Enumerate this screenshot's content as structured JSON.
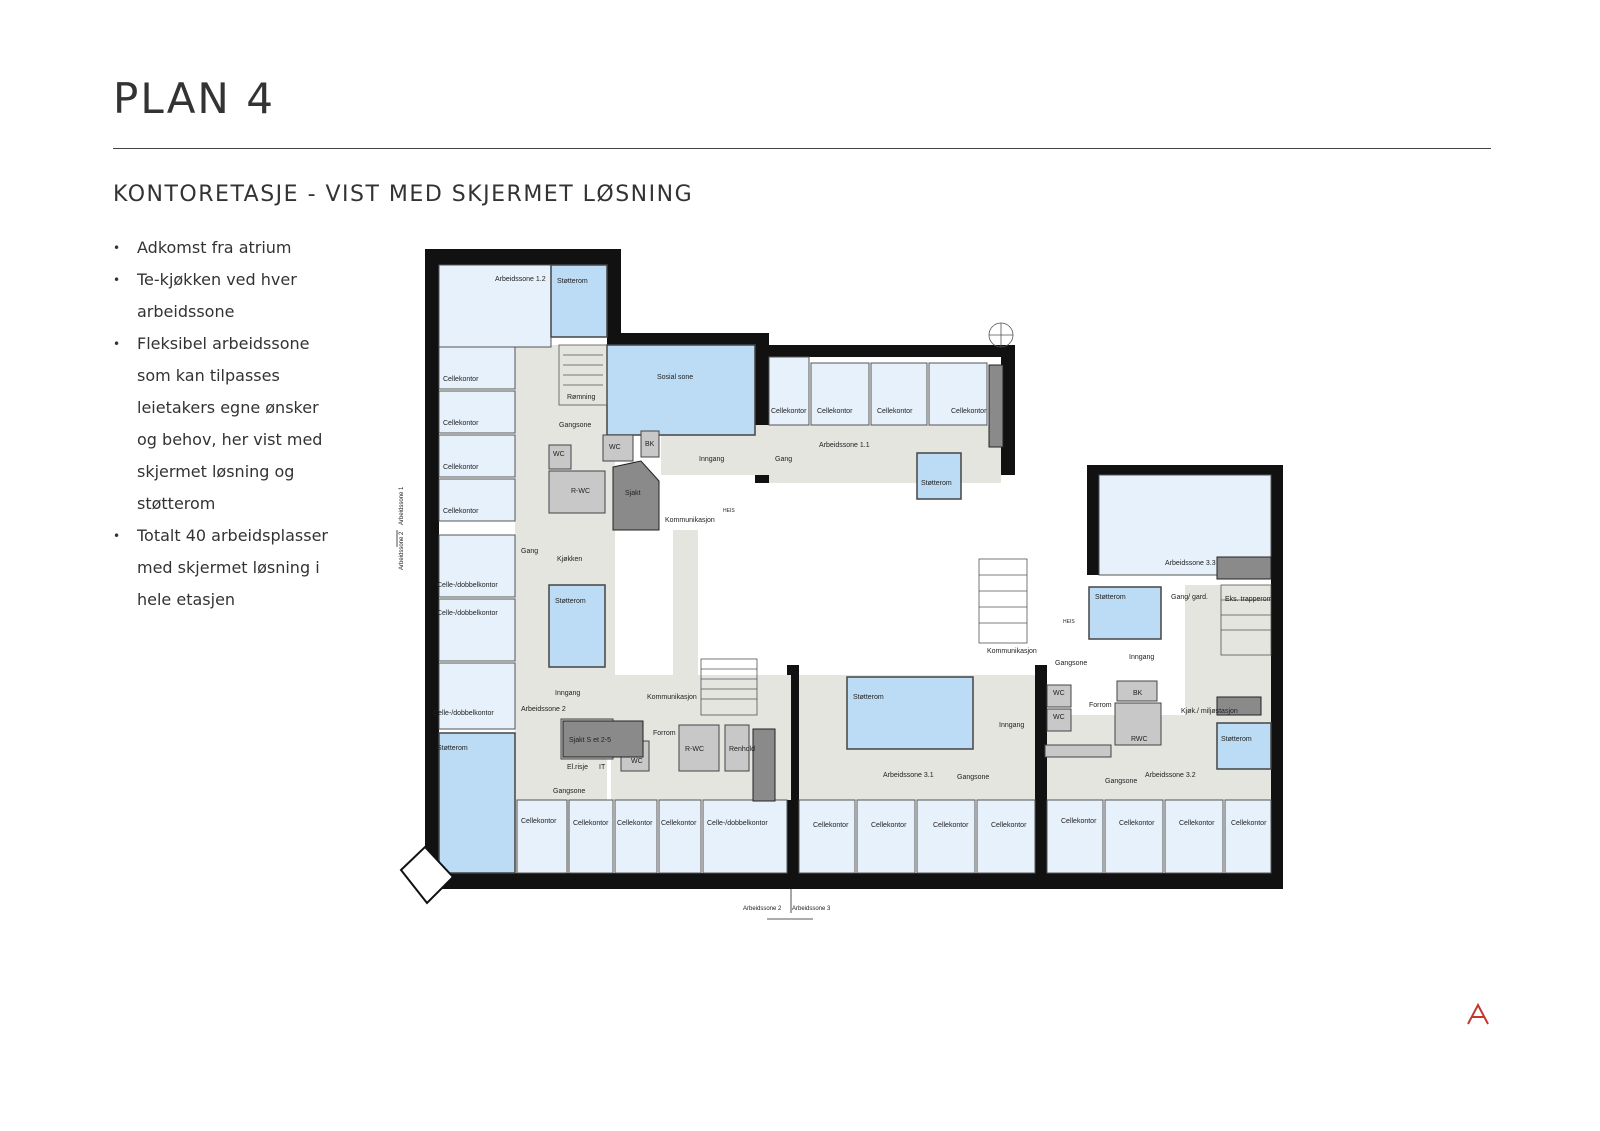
{
  "header": {
    "title": "PLAN 4",
    "subtitle": "KONTORETASJE - VIST MED SKJERMET LØSNING"
  },
  "bullets": [
    "Adkomst fra atrium",
    "Te-kjøkken ved hver arbeidssone",
    "Fleksibel arbeidssone som kan tilpasses leietakers egne ønsker og behov, her vist med skjermet løsning og støtterom",
    "Totalt 40  arbeidsplasser med skjermet løsning i hele etasjen"
  ],
  "colors": {
    "wall": "#111111",
    "support_room": "#bcdcf5",
    "office": "#e6f1fb",
    "corridor": "#e4e5df",
    "service": "#c8c8c8",
    "shaft": "#8a8a8a",
    "logo": "#c0392b"
  },
  "floorplan": {
    "zones": {
      "az11": "Arbeidssone 1.1",
      "az12": "Arbeidssone 1.2",
      "az2": "Arbeidssone 2",
      "az31": "Arbeidssone 3.1",
      "az32": "Arbeidssone 3.2",
      "az33": "Arbeidssone 3.3"
    },
    "rooms": {
      "stotterom": "Støtterom",
      "cellekontor": "Cellekontor",
      "celle_dobbel": "Celle-/dobbelkontor",
      "sosial_sone": "Sosial sone",
      "romning": "Rømning",
      "gangsone": "Gangsone",
      "gang": "Gang",
      "inngang": "Inngang",
      "wc": "WC",
      "rwc": "R-WC",
      "rwc2": "RWC",
      "forrom": "Forrom",
      "bk": "BK",
      "sjakt": "Sjakt",
      "kjokken": "Kjøkken",
      "kommunikasjon": "Kommunikasjon",
      "gang_gard": "Gang/ gard.",
      "eks_trapperom": "Eks. trapperom",
      "kjok_miljo": "Kjøk./ miljøstasjon",
      "sjakt_s": "Sjakt S et 2-5",
      "elrisje": "El.risje",
      "it": "IT",
      "renhold": "Renhold",
      "heis": "HEIS"
    },
    "zone_markers": {
      "left_1": "Arbeidssone 1",
      "left_2": "Arbeidssone 2",
      "bottom_2": "Arbeidssone 2",
      "bottom_3": "Arbeidssone 3"
    }
  },
  "logo": {
    "letter": "A"
  }
}
